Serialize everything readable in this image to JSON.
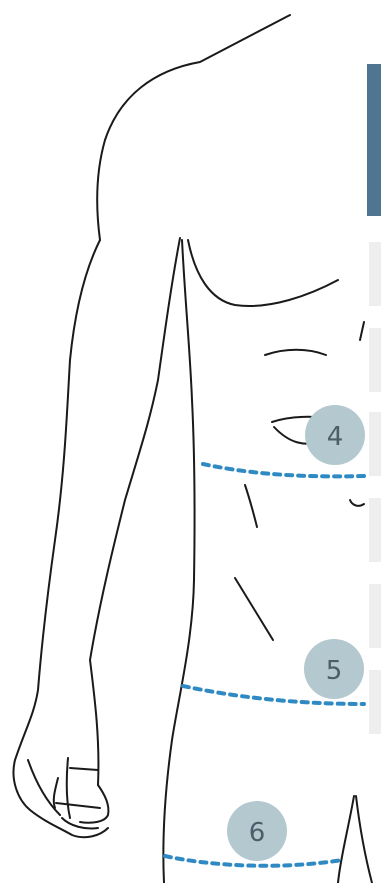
{
  "measurement_markers": [
    {
      "label": "4"
    },
    {
      "label": "5"
    },
    {
      "label": "6"
    }
  ],
  "colors": {
    "outline": "#1a1a1a",
    "measure_line": "#2f8ac4",
    "badge_fill": "#b3c8cf",
    "badge_text": "#4b5e69",
    "side_tab": "#4f7690",
    "side_row": "#eeeeee"
  }
}
